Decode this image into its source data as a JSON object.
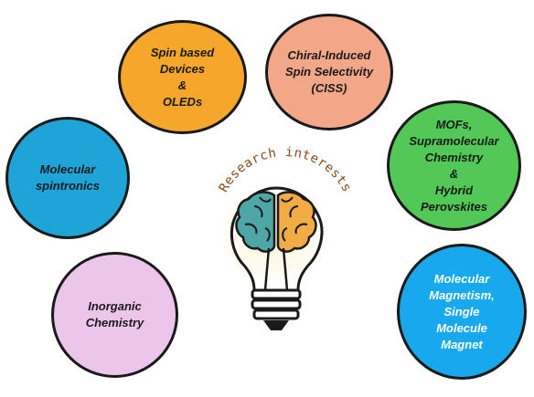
{
  "colors": {
    "spin_devices": "#f4a72a",
    "ciss": "#f2a888",
    "spintronics": "#1ea4d6",
    "mofs": "#52c957",
    "inorganic": "#ebc6ea",
    "magnetism": "#17a8ee",
    "title_text": "#8a4a1a",
    "brain_left": "#4fa6a6",
    "brain_right": "#f2ac45",
    "outline": "#1a1a1a"
  },
  "center": {
    "title": "Research interests",
    "icon": "lightbulb-brain-icon"
  },
  "topics": {
    "spin_devices": {
      "lines": [
        "Spin based",
        "Devices",
        "&",
        "OLEDs"
      ]
    },
    "ciss": {
      "lines": [
        "Chiral-Induced",
        "Spin Selectivity",
        "(CISS)"
      ]
    },
    "spintronics": {
      "lines": [
        "Molecular",
        "spintronics"
      ]
    },
    "mofs": {
      "lines": [
        "MOFs,",
        "Supramolecular",
        "Chemistry",
        "&",
        "Hybrid",
        "Perovskites"
      ]
    },
    "inorganic": {
      "lines": [
        "Inorganic",
        "Chemistry"
      ]
    },
    "magnetism": {
      "lines": [
        "Molecular",
        "Magnetism,",
        "Single",
        "Molecule",
        "Magnet"
      ]
    }
  }
}
